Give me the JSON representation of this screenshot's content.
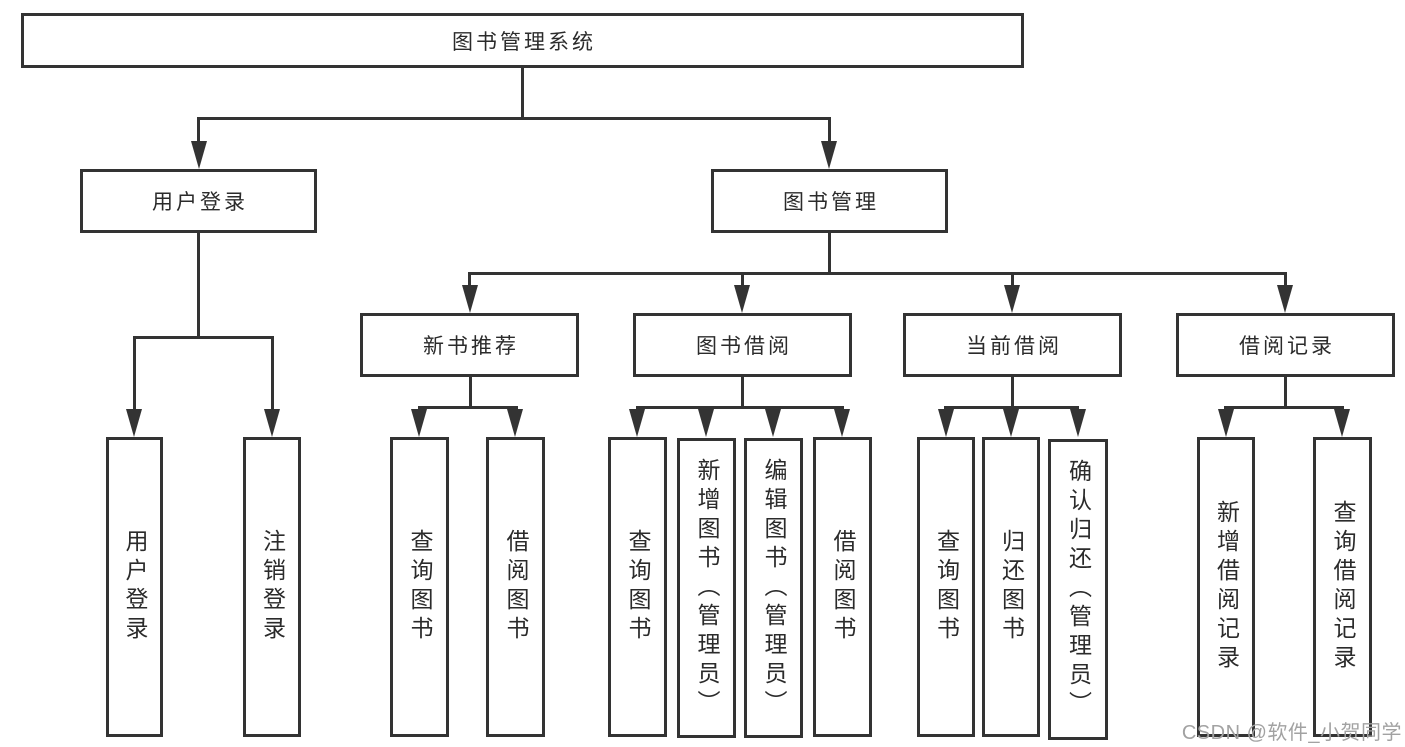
{
  "nodes": {
    "root": {
      "label": "图书管理系统"
    },
    "user_login": {
      "label": "用户登录"
    },
    "book_mgmt": {
      "label": "图书管理"
    },
    "new_book_rec": {
      "label": "新书推荐"
    },
    "book_borrow": {
      "label": "图书借阅"
    },
    "current_borrow": {
      "label": "当前借阅"
    },
    "borrow_records": {
      "label": "借阅记录"
    },
    "leaf_user_login": {
      "label": "用户登录"
    },
    "leaf_logout": {
      "label": "注销登录"
    },
    "leaf_query_book_rec": {
      "label": "查询图书"
    },
    "leaf_borrow_book_rec": {
      "label": "借阅图书"
    },
    "leaf_query_book_borrow": {
      "label": "查询图书"
    },
    "leaf_add_book": {
      "label": "新增图书（管理员）"
    },
    "leaf_edit_book": {
      "label": "编辑图书（管理员）"
    },
    "leaf_borrow_book_borrow": {
      "label": "借阅图书"
    },
    "leaf_query_book_current": {
      "label": "查询图书"
    },
    "leaf_return_book": {
      "label": "归还图书"
    },
    "leaf_confirm_return": {
      "label": "确认归还（管理员）"
    },
    "leaf_add_borrow_record": {
      "label": "新增借阅记录"
    },
    "leaf_query_borrow_record": {
      "label": "查询借阅记录"
    }
  },
  "watermark": {
    "text": "CSDN @软件_小贺同学"
  },
  "colors": {
    "line": "#333333",
    "text": "#2b2b2b",
    "watermark_text": "#a2a2a2",
    "background": "#ffffff"
  }
}
